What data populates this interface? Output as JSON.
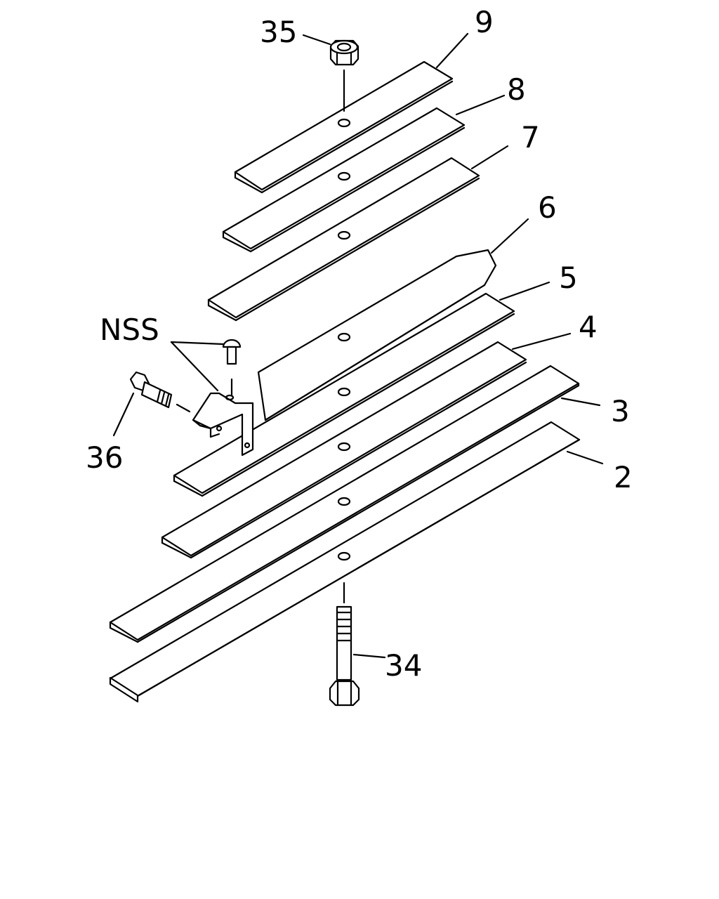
{
  "diagram": {
    "background": "#ffffff",
    "line_color": "#000000",
    "callouts": {
      "c35": "35",
      "c9": "9",
      "c8": "8",
      "c7": "7",
      "c6": "6",
      "c5": "5",
      "c4": "4",
      "c3": "3",
      "c2": "2",
      "c36": "36",
      "c34": "34",
      "nss": "NSS"
    }
  }
}
